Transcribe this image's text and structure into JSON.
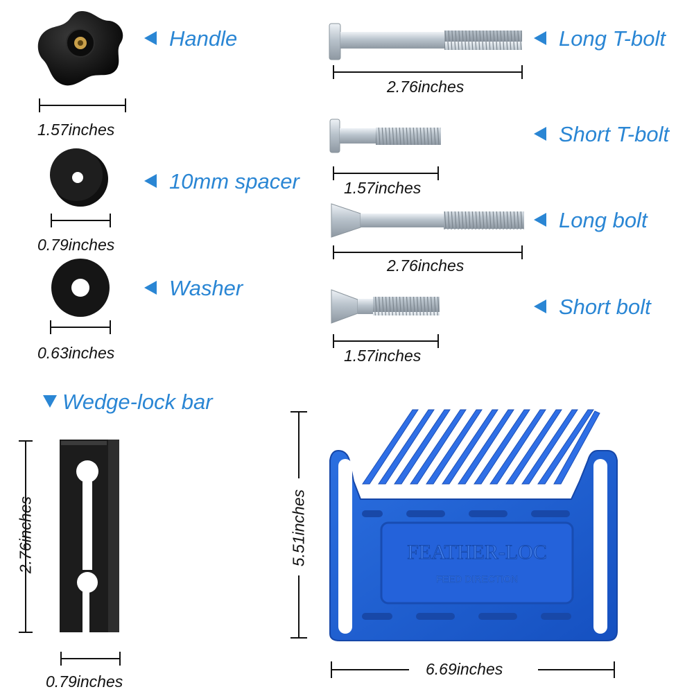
{
  "parts": {
    "handle": {
      "label": "Handle",
      "dim": "1.57inches"
    },
    "spacer": {
      "label": "10mm spacer",
      "dim": "0.79inches"
    },
    "washer": {
      "label": "Washer",
      "dim": "0.63inches"
    },
    "long_tbolt": {
      "label": "Long T-bolt",
      "dim": "2.76inches"
    },
    "short_tbolt": {
      "label": "Short T-bolt",
      "dim": "1.57inches"
    },
    "long_bolt": {
      "label": "Long bolt",
      "dim": "2.76inches"
    },
    "short_bolt": {
      "label": "Short bolt",
      "dim": "1.57inches"
    },
    "wedge_bar": {
      "label": "Wedge-lock bar",
      "dim_h": "2.76inches",
      "dim_w": "0.79inches"
    },
    "featherboard": {
      "brand": "FEATHER-LOC",
      "direction": "FEED DIRECTION",
      "dim_h": "5.51inches",
      "dim_w": "6.69inches"
    }
  },
  "colors": {
    "accent": "#2a86d4",
    "board": "#1f5fd0",
    "dark": "#1a1a1a"
  }
}
